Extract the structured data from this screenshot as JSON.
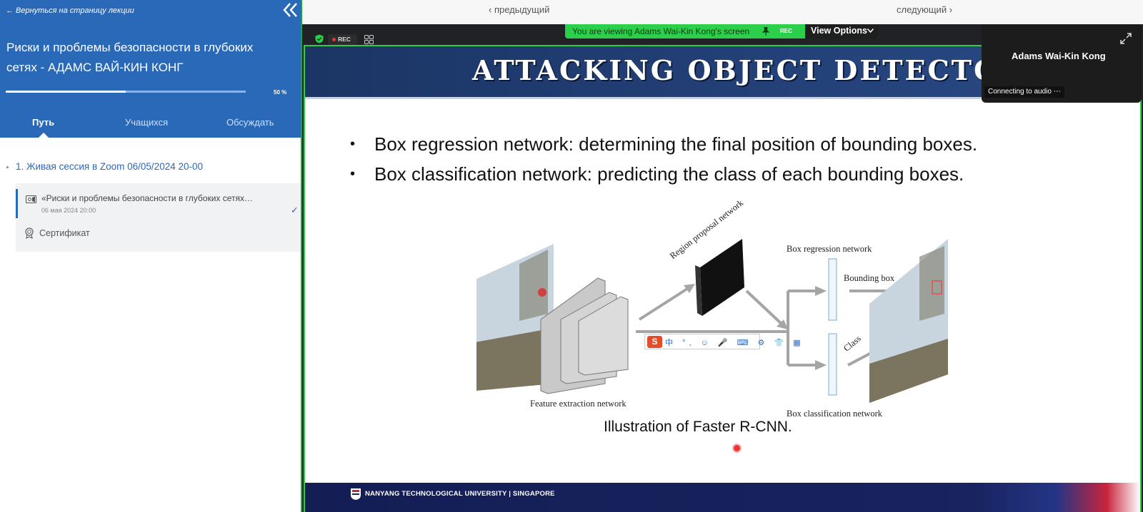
{
  "sidebar": {
    "back_link": "← Вернуться на страницу лекции",
    "course_title": "Риски и проблемы безопасности в глубоких сетях - АДАМС ВАЙ-КИН КОНГ",
    "progress": {
      "percent": 50,
      "label": "50 %"
    },
    "tabs": [
      {
        "label": "Путь",
        "active": true
      },
      {
        "label": "Учащихся",
        "active": false
      },
      {
        "label": "Обсуждать",
        "active": false
      }
    ],
    "module": {
      "title": "1. Живая сессия в Zoom 06/05/2024 20-00"
    },
    "lesson": {
      "title": "«Риски и проблемы безопасности в глубоких сетях…",
      "date": "06 мая 2024 20:00",
      "icon": "video-camera-icon",
      "completed": true
    },
    "certificate": {
      "label": "Сертификат",
      "icon": "certificate-icon"
    },
    "colors": {
      "header_bg": "#2a68b8",
      "accent": "#2a68b8"
    }
  },
  "nav": {
    "prev": "‹ предыдущий",
    "next": "следующий ›"
  },
  "zoom": {
    "viewing_banner": "You are viewing Adams Wai-Kin Kong's screen",
    "rec_badge": "REC",
    "view_options": "View Options",
    "rec_pill": "REC",
    "participant_name": "Adams Wai-Kin Kong",
    "audio_status": "Connecting to audio ⋯",
    "colors": {
      "banner_green": "#2ccf4a",
      "frame_green": "#2bd04a"
    }
  },
  "slide": {
    "title": "ATTACKING OBJECT DETECTOR",
    "bullets": [
      "Box regression network:  determining the final position of bounding boxes.",
      "Box classification network: predicting the class of each bounding boxes."
    ],
    "diagram_labels": {
      "feature": "Feature extraction network",
      "rpn": "Region proposal network",
      "box_regression": "Box regression network",
      "bounding_box": "Bounding box",
      "class": "Class",
      "box_classification": "Box classification network"
    },
    "ime_toolbar": {
      "logo": "S",
      "icons": "中 °, ☺ 🎤 ⌨ ⚙ 👕 ▦"
    },
    "caption": "Illustration of Faster R-CNN.",
    "footer": "NANYANG TECHNOLOGICAL UNIVERSITY | SINGAPORE"
  }
}
